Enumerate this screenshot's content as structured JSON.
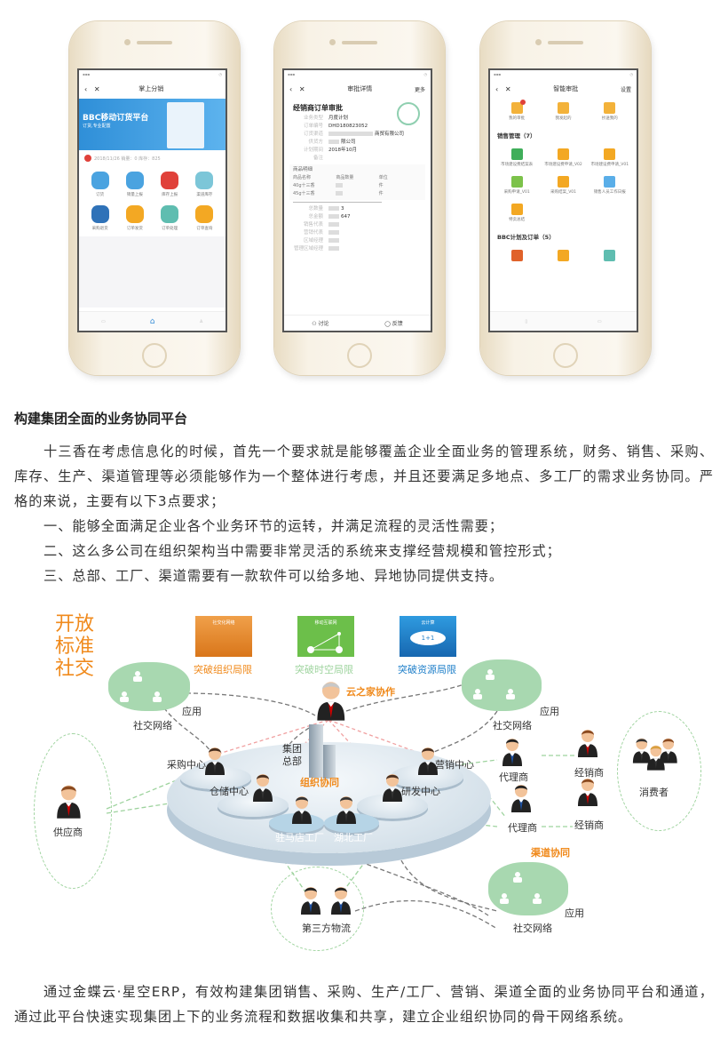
{
  "phones": [
    {
      "title": "掌上分销",
      "banner_title": "BBC移动订货平台",
      "banner_sub": "订货,专业配置",
      "notice": "2018/11/26 销量：0 库存：825",
      "items": [
        {
          "label": "订货",
          "color": "#4aa3e0"
        },
        {
          "label": "销量上报",
          "color": "#4aa3e0"
        },
        {
          "label": "库存上报",
          "color": "#e0413a"
        },
        {
          "label": "渠道库存",
          "color": "#7cc6d8"
        },
        {
          "label": "采购退货",
          "color": "#2f72b8"
        },
        {
          "label": "订单发货",
          "color": "#f3a823"
        },
        {
          "label": "订单处理",
          "color": "#5fbdb0"
        },
        {
          "label": "订单查询",
          "color": "#f3a823"
        }
      ]
    },
    {
      "title": "审批详情",
      "more": "更多",
      "heading": "经销商订单审批",
      "fields": [
        {
          "k": "业务类型",
          "v": "月度计划"
        },
        {
          "k": "订单编号",
          "v": "DHD180823052"
        },
        {
          "k": "订货渠道",
          "v": "商贸有限公司"
        },
        {
          "k": "供货方",
          "v": "限公司"
        },
        {
          "k": "计划期间",
          "v": "2018年10月"
        },
        {
          "k": "备注",
          "v": ""
        }
      ],
      "detail_title": "商品明细",
      "table_headers": [
        "商品名称",
        "商品数量",
        "单位"
      ],
      "rows": [
        [
          "40g十三香",
          "",
          "件"
        ],
        [
          "45g十三香",
          "",
          "件"
        ]
      ],
      "totals": [
        {
          "k": "总数量",
          "v": "3"
        },
        {
          "k": "总金额",
          "v": "647"
        },
        {
          "k": "销售代表",
          "v": ""
        },
        {
          "k": "营销代表",
          "v": ""
        },
        {
          "k": "区域经理",
          "v": ""
        },
        {
          "k": "管理区域经理",
          "v": ""
        }
      ],
      "discuss": "讨论",
      "feedback": "反馈"
    },
    {
      "title": "智能审批",
      "settings": "设置",
      "top": [
        {
          "label": "我的审批",
          "badge": "5"
        },
        {
          "label": "我发起的"
        },
        {
          "label": "抄送我的"
        }
      ],
      "section1": "销售管理（7）",
      "items1": [
        {
          "label": "市场建设费结案表",
          "color": "#3fae5a"
        },
        {
          "label": "市场建设费申请_V02",
          "color": "#f3a823"
        },
        {
          "label": "市场建设费申请_V01",
          "color": "#f3a823"
        },
        {
          "label": "采购申请_V01",
          "color": "#7cc24a"
        },
        {
          "label": "采购结案_V01",
          "color": "#f3a823"
        },
        {
          "label": "销售人员工作日报",
          "color": "#5aaee8"
        },
        {
          "label": "特卖总结",
          "color": "#f3a823"
        }
      ],
      "section2": "BBC计划及订单（5）",
      "items2": [
        {
          "color": "#e0622a"
        },
        {
          "color": "#f3a823"
        },
        {
          "color": "#5fbdb0"
        }
      ]
    }
  ],
  "article": {
    "heading": "构建集团全面的业务协同平台",
    "intro": "十三香在考虑信息化的时候，首先一个要求就是能够覆盖企业全面业务的管理系统，财务、销售、采购、库存、生产、渠道管理等必须能够作为一个整体进行考虑，并且还要满足多地点、多工厂的需求业务协同。严格的来说，主要有以下3点要求；",
    "points": [
      "一、能够全面满足企业各个业务环节的运转，并满足流程的灵活性需要；",
      "二、这么多公司在组织架构当中需要非常灵活的系统来支撑经营规模和管控形式；",
      "三、总部、工厂、渠道需要有一款软件可以给多地、异地协同提供支持。"
    ],
    "conclusion": "通过金蝶云·星空ERP，有效构建集团销售、采购、生产/工厂、营销、渠道全面的业务协同平台和通道，通过此平台快速实现集团上下的业务流程和数据收集和共享，建立企业组织协同的骨干网络系统。"
  },
  "diagram": {
    "slogan": [
      "开放",
      "标准",
      "社交"
    ],
    "cards": [
      {
        "title": "社交化网络",
        "caption": "突破组织局限",
        "color": "#e8841c",
        "caption_color": "#f08a1c"
      },
      {
        "title": "移动互联网",
        "caption": "突破时空局限",
        "color": "#6cbf4a",
        "caption_color": "#9fd49f"
      },
      {
        "title": "云计算",
        "caption": "突破资源局限",
        "color": "#1f7fc9",
        "caption_color": "#1f7fc9",
        "bubble": "1+1"
      }
    ],
    "app": "应用",
    "social": "社交网络",
    "cloud_collab": "云之家协作",
    "hq": [
      "集团",
      "总部"
    ],
    "org_collab": "组织协同",
    "channel_collab": "渠道协同",
    "purchase": "采购中心",
    "warehouse": "仓储中心",
    "marketing": "营销中心",
    "rnd": "研发中心",
    "factory1": "驻马店工厂",
    "factory2": "湖北工厂",
    "supplier": "供应商",
    "agent": "代理商",
    "dealer": "经销商",
    "consumer": "消费者",
    "logistics": "第三方物流"
  }
}
